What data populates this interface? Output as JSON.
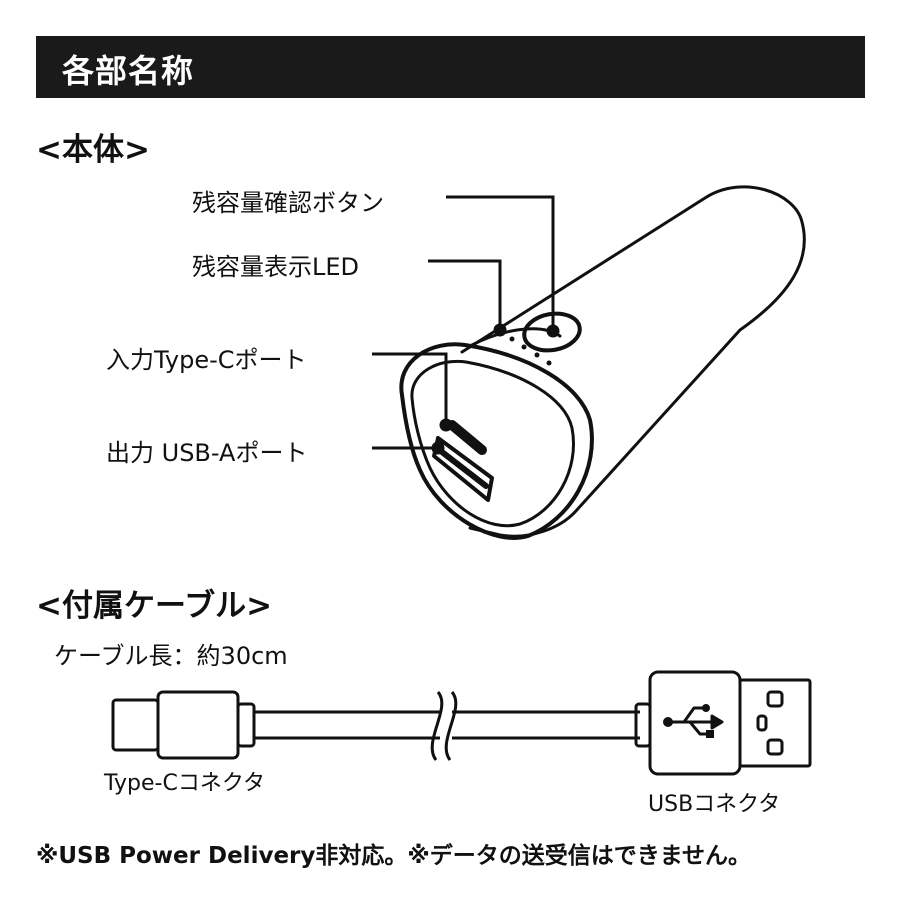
{
  "title": "各部名称",
  "body_section": {
    "heading": "<本体>",
    "labels": {
      "battery_button": "残容量確認ボタン",
      "battery_led": "残容量表示LED",
      "input_port": "入力Type-Cポート",
      "output_port": "出力 USB-Aポート"
    }
  },
  "cable_section": {
    "heading": "<付属ケーブル>",
    "length": "ケーブル長：約30cm",
    "type_c_label": "Type-Cコネクタ",
    "usb_label": "USBコネクタ"
  },
  "footnote": "※USB Power Delivery非対応。※データの送受信はできません。",
  "colors": {
    "banner": "#1a1a1a",
    "line": "#111111"
  }
}
